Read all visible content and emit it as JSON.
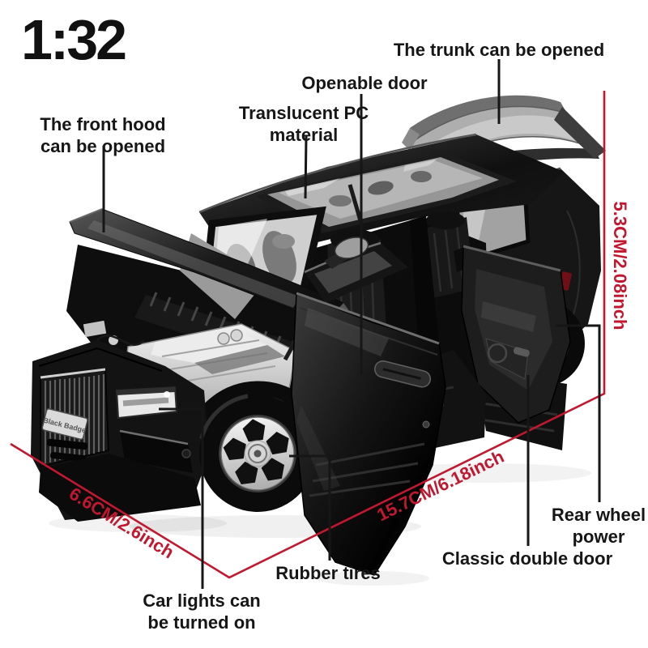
{
  "colors": {
    "accent_red": "#c1182f",
    "text_ink": "#161616",
    "car_body": "#141414"
  },
  "scale_label": "1:32",
  "car": {
    "license_plate": "Black Badge"
  },
  "callouts": {
    "front_hood": {
      "line1": "The front hood",
      "line2": "can be opened"
    },
    "translucent_pc": {
      "line1": "Translucent PC",
      "line2": "material"
    },
    "openable_door": {
      "text": "Openable door"
    },
    "trunk": {
      "text": "The trunk can be opened"
    },
    "rubber_tires": {
      "text": "Rubber tires"
    },
    "car_lights": {
      "line1": "Car lights can",
      "line2": "be turned on"
    },
    "classic_double_door": {
      "text": "Classic double door"
    },
    "rear_wheel_power": {
      "line1": "Rear wheel",
      "line2": "power"
    }
  },
  "dimensions": {
    "height": "5.3CM/2.08inch",
    "width": "6.6CM/2.6inch",
    "length": "15.7CM/6.18inch"
  }
}
